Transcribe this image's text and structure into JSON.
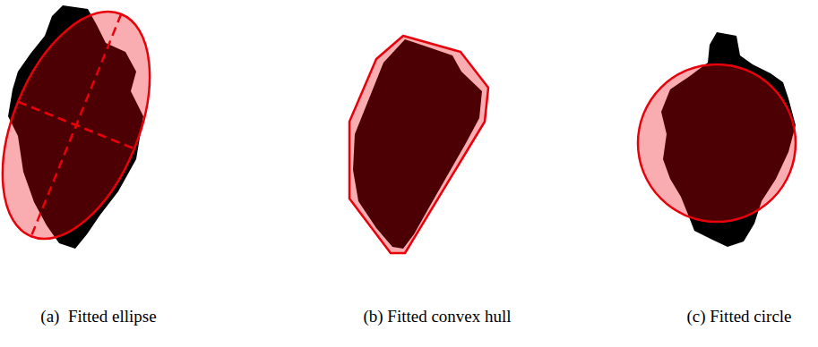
{
  "diagram": {
    "labels": [
      "(a)  Fitted ellipse",
      "(b) Fitted convex hull",
      "(c) Fitted circle"
    ]
  }
}
